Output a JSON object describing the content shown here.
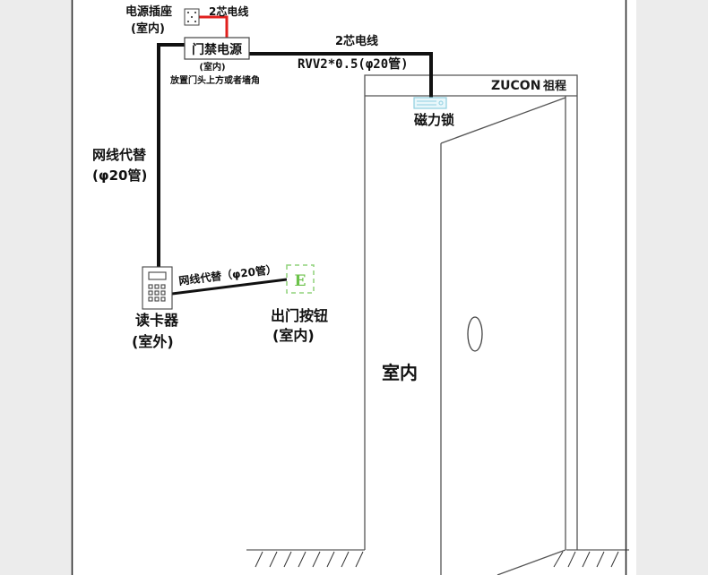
{
  "labels": {
    "socket": "电源插座",
    "socket_location": "(室内)",
    "socket_wire": "2芯电线",
    "power_supply": "门禁电源",
    "power_location": "(室内)",
    "power_note": "放置门头上方或者墙角",
    "main_wire": "2芯电线",
    "main_wire_spec": "RVV2*0.5(φ20管)",
    "maglock": "磁力锁",
    "reader_wire": "网线代替",
    "reader_wire_spec": "(φ20管)",
    "reader": "读卡器",
    "reader_location": "(室外)",
    "button_wire": "网线代替（φ20管）",
    "exit_button": "出门按钮",
    "exit_button_location": "(室内)",
    "exit_button_letter": "E",
    "room": "室内"
  },
  "brand": {
    "name_latin": "ZUCON",
    "name_cn": "祖程"
  },
  "colors": {
    "wire": "#111111",
    "power_wire": "#e0201e",
    "exit_button": "#6cc24a",
    "maglock": "#a8dce8"
  }
}
